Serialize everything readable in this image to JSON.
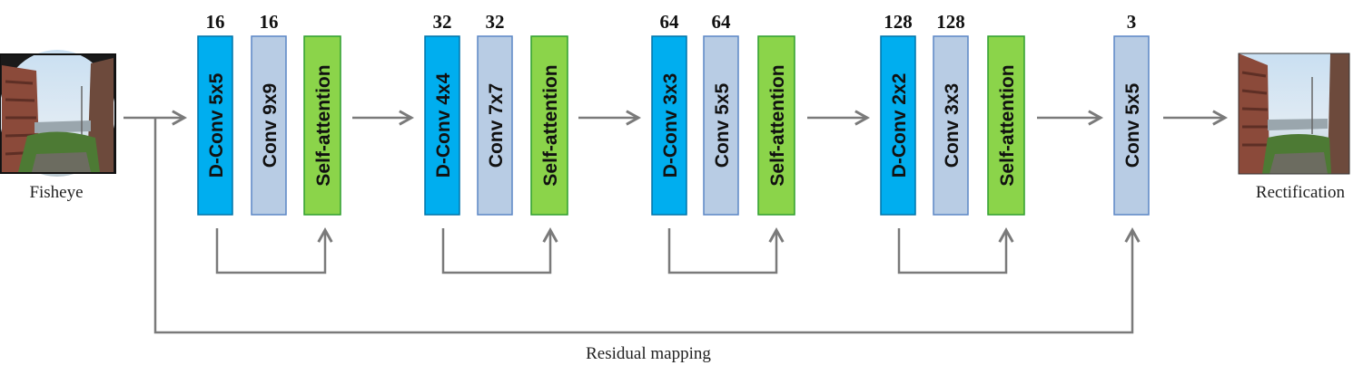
{
  "input": {
    "caption": "Fisheye"
  },
  "output": {
    "caption": "Rectification"
  },
  "residual": {
    "caption": "Residual mapping"
  },
  "colors": {
    "dconv_fill": "#00AEEF",
    "dconv_stroke": "#0074A8",
    "conv_fill": "#B8CCE4",
    "conv_stroke": "#5B86C5",
    "attn_fill": "#8BD44A",
    "attn_stroke": "#2E9E2E",
    "arrow": "#7a7a7a"
  },
  "stages": [
    {
      "blocks": [
        {
          "kind": "dconv",
          "label": "D-Conv 5x5",
          "channels": "16"
        },
        {
          "kind": "conv",
          "label": "Conv 9x9",
          "channels": "16"
        },
        {
          "kind": "attn",
          "label": "Self-attention"
        }
      ]
    },
    {
      "blocks": [
        {
          "kind": "dconv",
          "label": "D-Conv 4x4",
          "channels": "32"
        },
        {
          "kind": "conv",
          "label": "Conv 7x7",
          "channels": "32"
        },
        {
          "kind": "attn",
          "label": "Self-attention"
        }
      ]
    },
    {
      "blocks": [
        {
          "kind": "dconv",
          "label": "D-Conv 3x3",
          "channels": "64"
        },
        {
          "kind": "conv",
          "label": "Conv 5x5",
          "channels": "64"
        },
        {
          "kind": "attn",
          "label": "Self-attention"
        }
      ]
    },
    {
      "blocks": [
        {
          "kind": "dconv",
          "label": "D-Conv 2x2",
          "channels": "128"
        },
        {
          "kind": "conv",
          "label": "Conv 3x3",
          "channels": "128"
        },
        {
          "kind": "attn",
          "label": "Self-attention"
        }
      ]
    },
    {
      "blocks": [
        {
          "kind": "conv",
          "label": "Conv 5x5",
          "channels": "3"
        }
      ]
    }
  ]
}
